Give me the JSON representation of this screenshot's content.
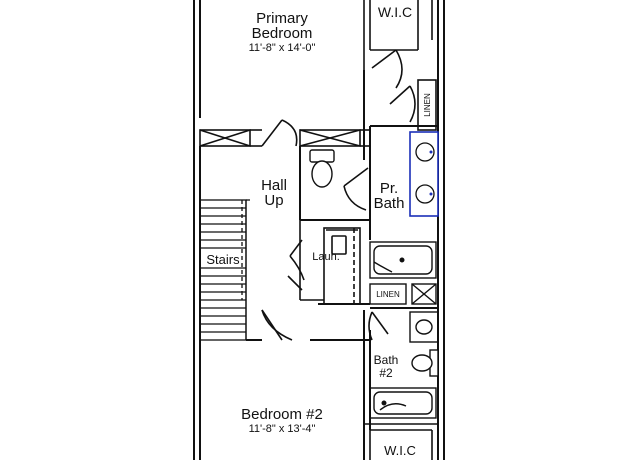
{
  "rooms": {
    "primary_bedroom": {
      "name_line1": "Primary",
      "name_line2": "Bedroom",
      "dims": "11'-8\" x 14'-0\""
    },
    "wic_top": {
      "name": "W.I.C"
    },
    "linen_top": {
      "name": "LINEN"
    },
    "hall": {
      "name_line1": "Hall",
      "name_line2": "Up"
    },
    "primary_bath": {
      "name_line1": "Pr.",
      "name_line2": "Bath"
    },
    "stairs": {
      "name": "Stairs"
    },
    "laundry": {
      "name": "Laun."
    },
    "linen_mid": {
      "name": "LINEN"
    },
    "bath2": {
      "name_line1": "Bath",
      "name_line2": "#2"
    },
    "bedroom2": {
      "name": "Bedroom #2",
      "dims": "11'-8\" x 13'-4\""
    },
    "wic_bottom": {
      "name": "W.I.C"
    }
  },
  "colors": {
    "wall": "#111111",
    "vanity_highlight": "#1a2fb8",
    "background": "#ffffff"
  }
}
